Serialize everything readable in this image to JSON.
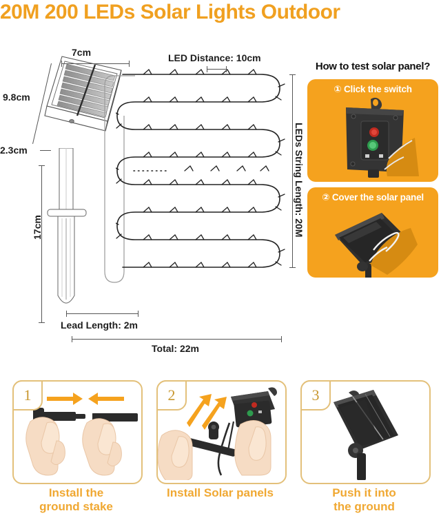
{
  "title": "20M 200 LEDs Solar Lights Outdoor",
  "colors": {
    "title_orange": "#F0A020",
    "card_orange": "#F5A21E",
    "card_border": "#E3C07A",
    "caption_orange": "#F0A832",
    "line_gray": "#555555",
    "product_black": "#2b2b2b"
  },
  "diagram": {
    "panel_width": "7cm",
    "panel_height": "9.8cm",
    "panel_depth": "2.3cm",
    "stake_height": "17cm",
    "led_distance": "LED Distance: 10cm",
    "string_length": "LEDs String Length: 20M",
    "lead_length": "Lead Length: 2m",
    "total_length": "Total: 22m"
  },
  "howto": {
    "heading": "How to test solar panel?",
    "steps": [
      {
        "label": "① Click the switch"
      },
      {
        "label": "② Cover the solar panel"
      }
    ]
  },
  "install_steps": [
    {
      "number": "1",
      "caption": "Install the\nground stake"
    },
    {
      "number": "2",
      "caption": "Install Solar panels"
    },
    {
      "number": "3",
      "caption": "Push it into\nthe ground"
    }
  ]
}
